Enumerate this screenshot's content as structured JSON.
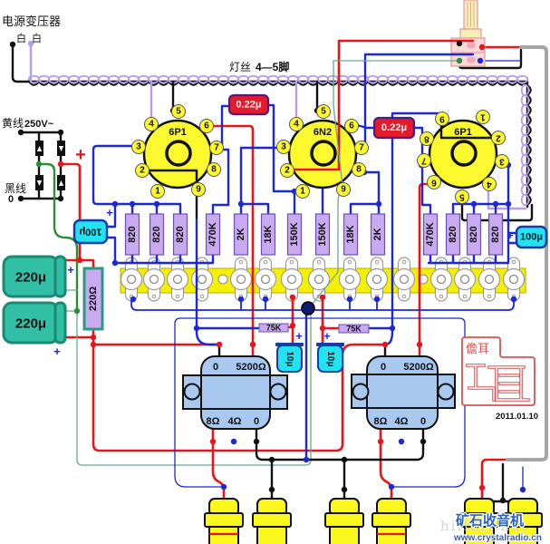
{
  "diagram": {
    "power_transformer_label": "电源变压器",
    "white_wire_labels": [
      "白",
      "白"
    ],
    "heater_label": "灯丝",
    "heater_pins": "4—5脚",
    "yellow_wire_label": "黄线",
    "yellow_wire_voltage": "250V~",
    "black_wire_label": "黑线",
    "black_wire_value": "0",
    "dc_positive_mark": "+",
    "polarity_mark": "+"
  },
  "tubes": [
    {
      "type": "6P1",
      "pins": [
        "1",
        "2",
        "3",
        "4",
        "5",
        "6",
        "7",
        "8",
        "9"
      ]
    },
    {
      "type": "6N2",
      "pins": [
        "1",
        "2",
        "3",
        "4",
        "5",
        "6",
        "7",
        "8",
        "9"
      ]
    },
    {
      "type": "6P1",
      "pins": [
        "1",
        "2",
        "3",
        "4",
        "5",
        "6",
        "7",
        "8",
        "9"
      ]
    }
  ],
  "coupling_capacitors": [
    "0.22μ",
    "0.22μ"
  ],
  "resistors": [
    "820",
    "820",
    "820",
    "470K",
    "2K",
    "18K",
    "150K",
    "150K",
    "18K",
    "2K",
    "470K",
    "820",
    "820",
    "820"
  ],
  "plate_load_resistors": [
    "75K",
    "75K"
  ],
  "filter_resistor": "220Ω",
  "filter_capacitors": [
    "220μ",
    "220μ"
  ],
  "cathode_capacitors": [
    "100μ",
    "100μ"
  ],
  "decoupling_capacitors": [
    "10μ",
    "10μ"
  ],
  "output_transformers": [
    {
      "primary_taps": [
        "0",
        "5200Ω"
      ],
      "secondary_taps": [
        "8Ω",
        "4Ω",
        "0"
      ]
    },
    {
      "primary_taps": [
        "0",
        "5200Ω"
      ],
      "secondary_taps": [
        "8Ω",
        "4Ω",
        "0"
      ]
    }
  ],
  "stamp": {
    "seal_text": "儋耳",
    "date": "2011.01.10"
  },
  "watermark": {
    "title": "矿石收音机",
    "url": "www.crystalradio.cn",
    "background_text": "hifidiy.net"
  },
  "colors": {
    "red-wire": "#e8141c",
    "blue-wire": "#1c27d6",
    "black-wire": "#111111",
    "purple-wire": "#b79ce8",
    "green-wire": "#2b8c3a",
    "thin-green-wire": "#6aa890",
    "gray-cable": "#a5a5a5",
    "tube-yellow": "#fcfa2e",
    "strip-yellow": "#f5ef00",
    "resistor-fill": "#c9a9ef",
    "coupling-cap-red": "#e31b2b",
    "electrolytic-cyan": "#23e2f2",
    "filter-cap-teal": "#31bfa6",
    "transformer-blue": "#a9c8ef",
    "jack-yellow": "#fbf81e",
    "stamp-red": "#d65454",
    "watermark-blue": "#2c5fc2"
  }
}
